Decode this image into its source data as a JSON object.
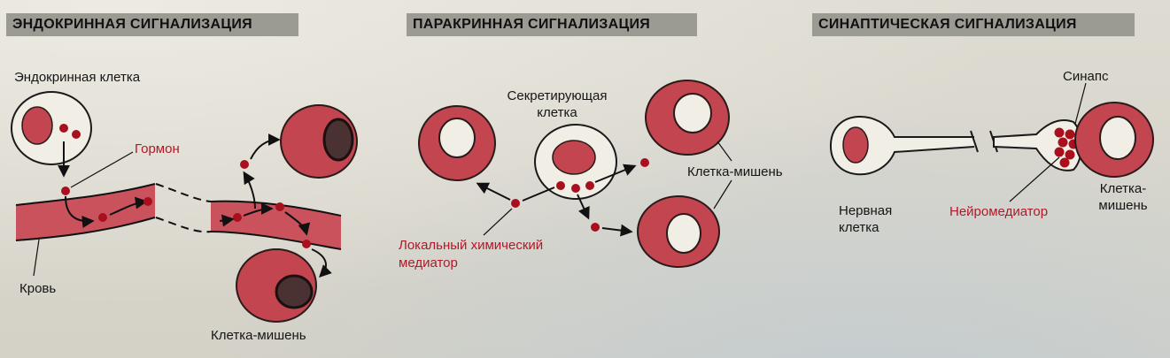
{
  "panels": {
    "endocrine": {
      "title": "ЭНДОКРИННАЯ СИГНАЛИЗАЦИЯ",
      "endocrine_cell": "Эндокринная клетка",
      "hormone": "Гормон",
      "blood": "Кровь",
      "target_cell": "Клетка-мишень"
    },
    "paracrine": {
      "title": "ПАРАКРИННАЯ СИГНАЛИЗАЦИЯ",
      "secreting_cell_line1": "Секретирующая",
      "secreting_cell_line2": "клетка",
      "target_cells": "Клетка-мишень",
      "local_mediator_line1": "Локальный химический",
      "local_mediator_line2": "медиатор"
    },
    "synaptic": {
      "title": "СИНАПТИЧЕСКАЯ СИГНАЛИЗАЦИЯ",
      "synapse": "Синапс",
      "nerve_cell_line1": "Нервная",
      "nerve_cell_line2": "клетка",
      "neurotransmitter": "Нейромедиатор",
      "target_cell_line1": "Клетка-",
      "target_cell_line2": "мишень"
    }
  },
  "colors": {
    "cell_fill": "#c3454f",
    "cell_outline": "#2a1a1a",
    "molecule": "#a8101e",
    "label_red": "#b21828",
    "header_bg": "#9b9a93"
  }
}
